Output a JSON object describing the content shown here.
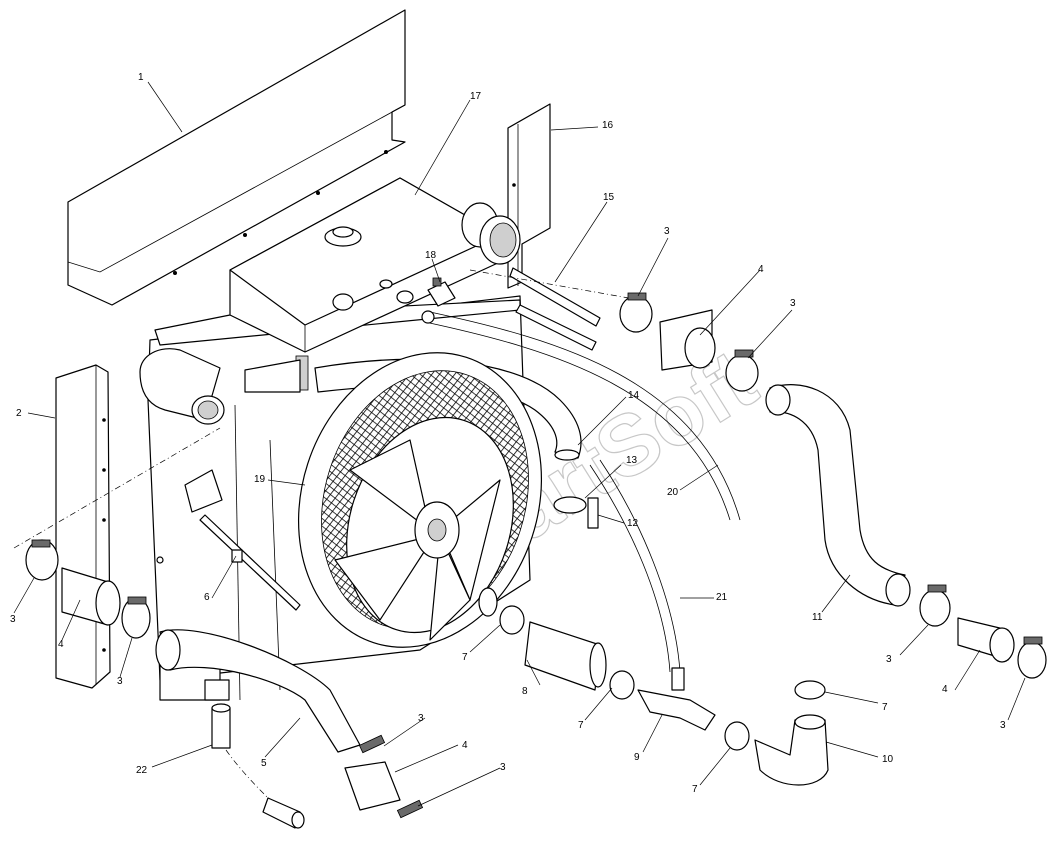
{
  "watermark": "PartSoft",
  "callouts": [
    {
      "id": "c1",
      "label": "1"
    },
    {
      "id": "c2",
      "label": "2"
    },
    {
      "id": "c3a",
      "label": "3"
    },
    {
      "id": "c3b",
      "label": "3"
    },
    {
      "id": "c3c",
      "label": "3"
    },
    {
      "id": "c3d",
      "label": "3"
    },
    {
      "id": "c3e",
      "label": "3"
    },
    {
      "id": "c3f",
      "label": "3"
    },
    {
      "id": "c3g",
      "label": "3"
    },
    {
      "id": "c3h",
      "label": "3"
    },
    {
      "id": "c4a",
      "label": "4"
    },
    {
      "id": "c4b",
      "label": "4"
    },
    {
      "id": "c4c",
      "label": "4"
    },
    {
      "id": "c4d",
      "label": "4"
    },
    {
      "id": "c5",
      "label": "5"
    },
    {
      "id": "c6",
      "label": "6"
    },
    {
      "id": "c7a",
      "label": "7"
    },
    {
      "id": "c7b",
      "label": "7"
    },
    {
      "id": "c7c",
      "label": "7"
    },
    {
      "id": "c7d",
      "label": "7"
    },
    {
      "id": "c8",
      "label": "8"
    },
    {
      "id": "c9",
      "label": "9"
    },
    {
      "id": "c10",
      "label": "10"
    },
    {
      "id": "c11",
      "label": "11"
    },
    {
      "id": "c12",
      "label": "12"
    },
    {
      "id": "c13",
      "label": "13"
    },
    {
      "id": "c14",
      "label": "14"
    },
    {
      "id": "c15",
      "label": "15"
    },
    {
      "id": "c16",
      "label": "16"
    },
    {
      "id": "c17",
      "label": "17"
    },
    {
      "id": "c18",
      "label": "18"
    },
    {
      "id": "c19",
      "label": "19"
    },
    {
      "id": "c20",
      "label": "20"
    },
    {
      "id": "c21",
      "label": "21"
    },
    {
      "id": "c22",
      "label": "22"
    }
  ]
}
